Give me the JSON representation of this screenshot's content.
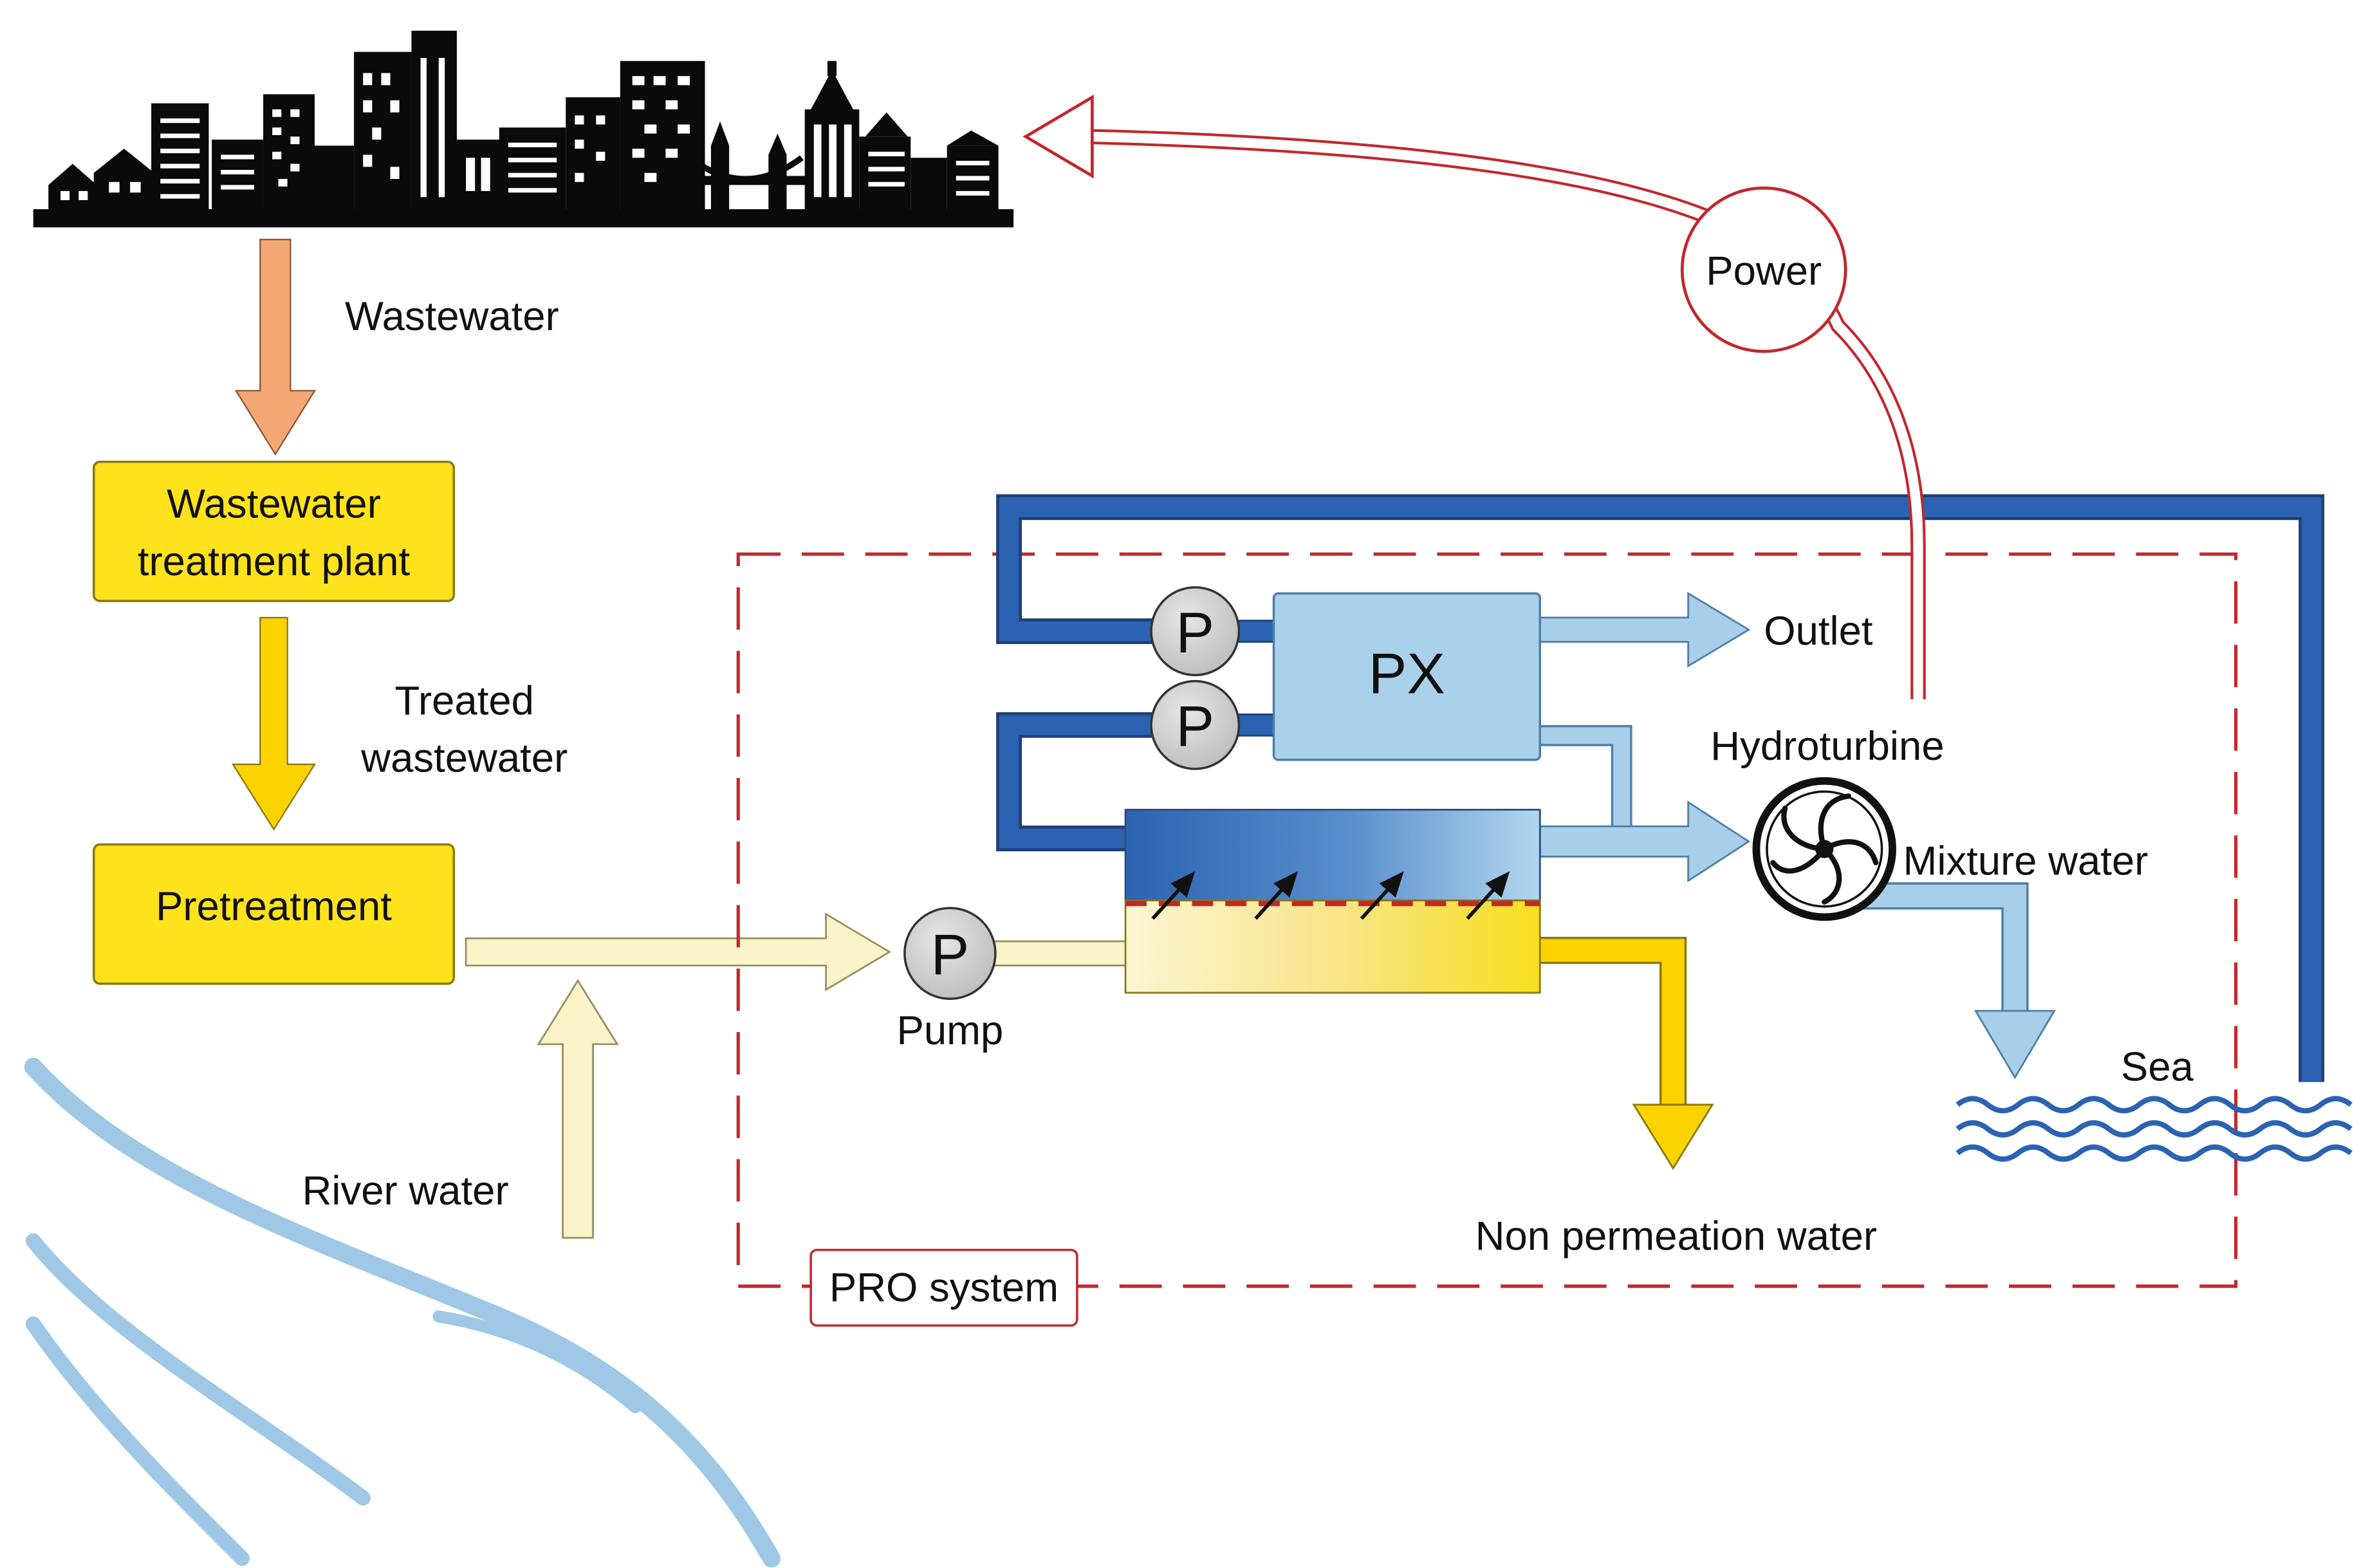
{
  "labels": {
    "wastewater": "Wastewater",
    "wwtp_line1": "Wastewater",
    "wwtp_line2": "treatment plant",
    "treated_line1": "Treated",
    "treated_line2": "wastewater",
    "pretreatment": "Pretreatment",
    "river_water": "River water",
    "pump": "Pump",
    "pump_symbol": "P",
    "px": "PX",
    "outlet": "Outlet",
    "hydroturbine": "Hydroturbine",
    "mixture_water": "Mixture water",
    "sea": "Sea",
    "non_permeation_water": "Non permeation water",
    "pro_system": "PRO system",
    "power": "Power"
  },
  "colors": {
    "city": "#0a0a0a",
    "wastewater_arrow": "#f4a873",
    "treatment_fill": "#fde21c",
    "treatment_border": "#8a7a10",
    "treated_arrow": "#fbd300",
    "river_pipe": "#fbf4c8",
    "seawater_pipe": "#2b63b2",
    "mixture_pipe": "#a7cfe9",
    "px_fill": "#a9d2ea",
    "pro_boundary": "#c0282d",
    "power_line": "#c0282d",
    "river": "#9ec8e6",
    "sea_waves": "#2b63b2",
    "pump_fill": "#cfcfcf"
  },
  "icons": {
    "city": "city-skyline-icon",
    "turbine": "turbine-icon",
    "river": "river-icon",
    "sea": "sea-waves-icon"
  }
}
